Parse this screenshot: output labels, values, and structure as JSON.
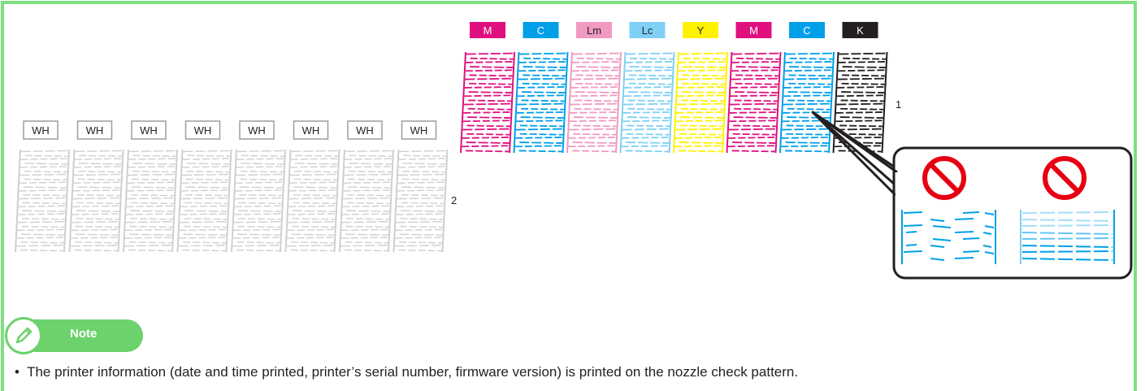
{
  "colors": {
    "frame": "#7ee07e",
    "magenta": "#e0117f",
    "cyan": "#00a0e9",
    "light_magenta": "#f09ac1",
    "light_cyan": "#7fd0f4",
    "yellow": "#fff200",
    "black": "#231f20",
    "white_ink_pattern": "#cfcfcf",
    "prohibited": "#e60012",
    "note_accent": "#6cd26c"
  },
  "white_channels": [
    {
      "label": "WH"
    },
    {
      "label": "WH"
    },
    {
      "label": "WH"
    },
    {
      "label": "WH"
    },
    {
      "label": "WH"
    },
    {
      "label": "WH"
    },
    {
      "label": "WH"
    },
    {
      "label": "WH"
    }
  ],
  "color_channels": [
    {
      "label": "M",
      "color": "#e0117f",
      "text_color": "#ffffff"
    },
    {
      "label": "C",
      "color": "#00a0e9",
      "text_color": "#ffffff"
    },
    {
      "label": "Lm",
      "color": "#f09ac1",
      "text_color": "#231f20"
    },
    {
      "label": "Lc",
      "color": "#7fd0f4",
      "text_color": "#231f20"
    },
    {
      "label": "Y",
      "color": "#fff200",
      "text_color": "#231f20"
    },
    {
      "label": "M",
      "color": "#e0117f",
      "text_color": "#ffffff"
    },
    {
      "label": "C",
      "color": "#00a0e9",
      "text_color": "#ffffff"
    },
    {
      "label": "K",
      "color": "#231f20",
      "text_color": "#ffffff"
    }
  ],
  "callouts": {
    "color_pattern": "1",
    "white_pattern": "2"
  },
  "bad_examples": [
    {
      "icon": "prohibited-icon",
      "description_kind": "missing-segments"
    },
    {
      "icon": "prohibited-icon",
      "description_kind": "faint-lines"
    }
  ],
  "note": {
    "title": "Note",
    "bullet": "•",
    "text": "The printer information (date and time printed, printer’s serial number, firmware version) is printed on the nozzle check pattern."
  }
}
